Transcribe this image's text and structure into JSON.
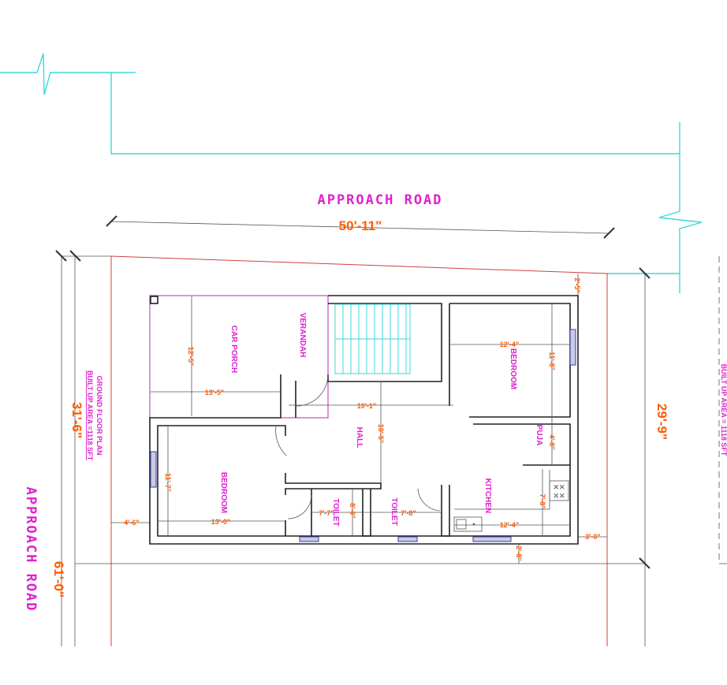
{
  "title": "GROUND FLOOR PLAN",
  "built_up_area": "BUILT UP AREA  =1118 SFT",
  "right_fragment": "BUILT UP AREA = 1118 SFT",
  "roads": {
    "top": "APPROACH ROAD",
    "left": "APPROACH ROAD"
  },
  "overall_dims": {
    "top": "50'-11\"",
    "left_inner": "31'-6\"",
    "left_outer": "61'-0\"",
    "right": "29'-9\""
  },
  "rooms": {
    "car_porch": {
      "label": "CAR PORCH",
      "w": "13'-5\"",
      "h": "12'-5\""
    },
    "verandah": {
      "label": "VERANDAH"
    },
    "hall": {
      "label": "HALL",
      "w": "10'-1\"",
      "h": "10'-5\""
    },
    "bedroom_left": {
      "label": "BEDROOM",
      "w": "13'-0\"",
      "h": "11'-7\""
    },
    "toilet_1": {
      "label": "TOILET",
      "w": "7'-7\"",
      "h": "8'-0\""
    },
    "toilet_2": {
      "label": "TOILET",
      "w": "7'-8\""
    },
    "bedroom_right": {
      "label": "BEDROOM",
      "w": "12'-4\"",
      "h": "11'-8\""
    },
    "puja": {
      "label": "PUJA",
      "h": "4'-8\""
    },
    "kitchen": {
      "label": "KITCHEN",
      "w": "12'-4\"",
      "h": "7'-8\""
    }
  },
  "setbacks": {
    "left": "4'-6\"",
    "right": "3'-0\"",
    "bottom": "2'-8\"",
    "top": "2'-5\""
  },
  "colors": {
    "road": "#3fd8d8",
    "plot": "#d04040",
    "label": "#e020d0",
    "dimension": "#ff5a00"
  }
}
